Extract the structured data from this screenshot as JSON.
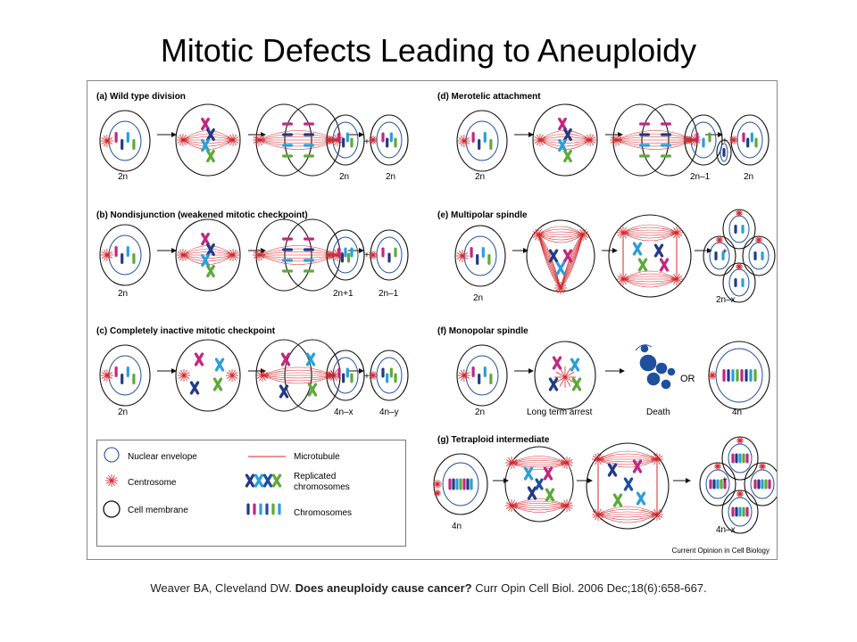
{
  "title": "Mitotic Defects Leading to Aneuploidy",
  "colors": {
    "red": "#d4262b",
    "magenta": "#c2277e",
    "navy": "#223a85",
    "cyan": "#2a9fd9",
    "green": "#5fa83a",
    "dark": "#1f4f9e"
  },
  "panels": {
    "a": {
      "title": "(a) Wild type division",
      "labels": [
        "2n",
        "2n",
        "2n"
      ]
    },
    "b": {
      "title": "(b) Nondisjunction (weakened mitotic checkpoint)",
      "labels": [
        "2n",
        "2n+1",
        "2n–1"
      ]
    },
    "c": {
      "title": "(c) Completely inactive mitotic checkpoint",
      "labels": [
        "2n",
        "4n–x",
        "4n–y"
      ]
    },
    "d": {
      "title": "(d) Merotelic attachment",
      "labels": [
        "2n",
        "2n–1",
        "2n"
      ]
    },
    "e": {
      "title": "(e) Multipolar spindle",
      "labels": [
        "2n",
        "2n–x"
      ]
    },
    "f": {
      "title": "(f) Monopolar spindle",
      "labels": [
        "2n",
        "Long term arrest",
        "Death",
        "4n"
      ],
      "or": "OR"
    },
    "g": {
      "title": "(g) Tetraploid intermediate",
      "labels": [
        "4n",
        "4n–x"
      ]
    }
  },
  "legend": {
    "nuclear_envelope": "Nuclear envelope",
    "centrosome": "Centrosome",
    "cell_membrane": "Cell membrane",
    "microtubule": "Microtubule",
    "replicated": "Replicated\nchromosomes",
    "replicated_1": "Replicated",
    "replicated_2": "chromosomes",
    "chromosomes": "Chromosomes"
  },
  "journal": "Current Opinion in Cell Biology",
  "citation": {
    "authors": "Weaver BA, Cleveland DW. ",
    "article": "Does aneuploidy cause cancer?",
    "rest": " Curr Opin Cell Biol. 2006 Dec;18(6):658-667."
  },
  "plus": "+"
}
